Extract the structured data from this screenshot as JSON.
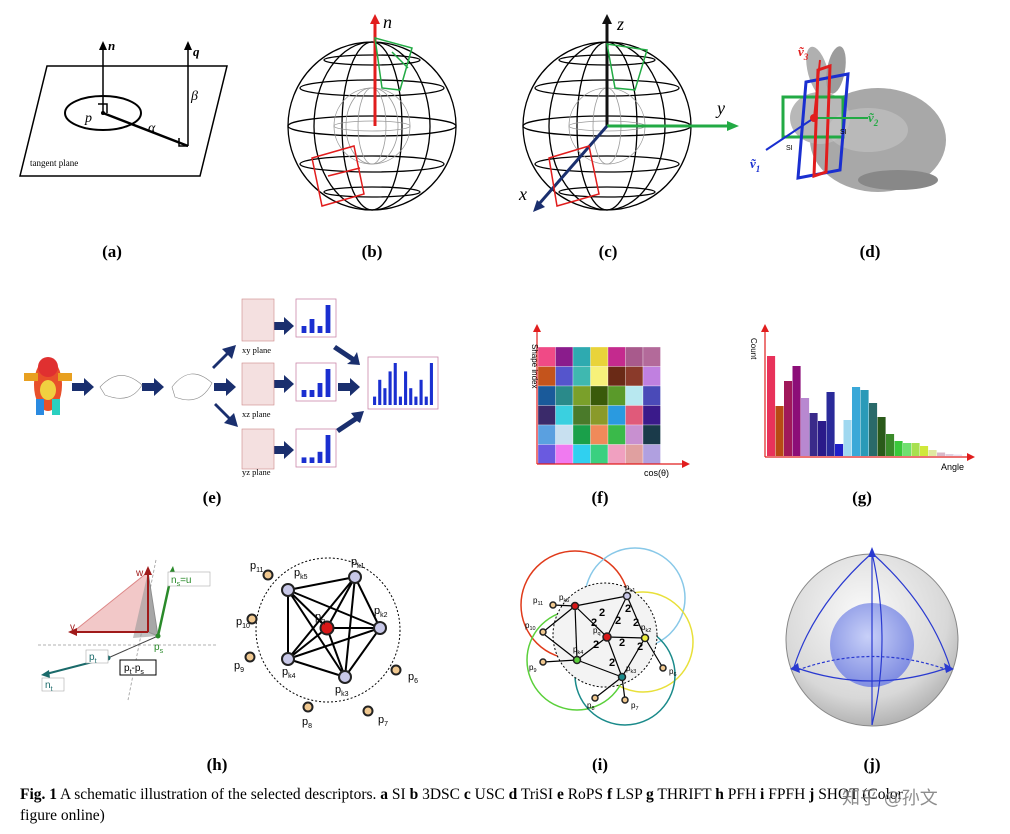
{
  "panels": {
    "a": {
      "label": "(a)",
      "n": "n",
      "q": "q",
      "p": "p",
      "alpha": "α",
      "beta": "β",
      "plane": "tangent plane"
    },
    "b": {
      "label": "(b)",
      "n": "n"
    },
    "c": {
      "label": "(c)",
      "z": "z",
      "y": "y",
      "x": "x"
    },
    "d": {
      "label": "(d)",
      "v1": "ṽ",
      "v1s": "1",
      "v2": "ṽ",
      "v2s": "2",
      "v3": "ṽ",
      "v3s": "3",
      "sl1": "SI",
      "sl2": "SI"
    },
    "e": {
      "label": "(e)",
      "xy": "xy plane",
      "xz": "xz plane",
      "yz": "yz plane"
    },
    "f": {
      "label": "(f)",
      "ylabel": "Shape index",
      "xlabel": "cos(θ)"
    },
    "g": {
      "label": "(g)",
      "ylabel": "Count",
      "xlabel": "Angle"
    },
    "h": {
      "label": "(h)",
      "w": "w",
      "v": "v",
      "ns": "n",
      "ns_sub": "s",
      "ns_eq": "=u",
      "nt": "n",
      "nt_sub": "t",
      "ps": "p",
      "ps_sub": "s",
      "pt": "p",
      "pt_sub": "t",
      "diff": "p",
      "diff_t": "t",
      "diff_mid": "-p",
      "diff_s": "s"
    },
    "pfh": {
      "nodes": [
        {
          "name": "p",
          "sub": "q"
        },
        {
          "name": "p",
          "sub": "k1"
        },
        {
          "name": "p",
          "sub": "k2"
        },
        {
          "name": "p",
          "sub": "k3"
        },
        {
          "name": "p",
          "sub": "k4"
        },
        {
          "name": "p",
          "sub": "k5"
        },
        {
          "name": "p",
          "sub": "11"
        },
        {
          "name": "p",
          "sub": "10"
        },
        {
          "name": "p",
          "sub": "9"
        },
        {
          "name": "p",
          "sub": "8"
        },
        {
          "name": "p",
          "sub": "7"
        },
        {
          "name": "p",
          "sub": "6"
        }
      ]
    },
    "i": {
      "label": "(i)",
      "two": "2"
    },
    "j": {
      "label": "(j)"
    }
  },
  "caption": {
    "fig": "Fig. 1",
    "intro": " A schematic illustration of the selected descriptors. ",
    "items": [
      {
        "k": "a",
        "v": " SI "
      },
      {
        "k": "b",
        "v": " 3DSC "
      },
      {
        "k": "c",
        "v": " USC "
      },
      {
        "k": "d",
        "v": " TriSI "
      },
      {
        "k": "e",
        "v": " RoPS "
      },
      {
        "k": "f",
        "v": " LSP "
      },
      {
        "k": "g",
        "v": " THRIFT "
      },
      {
        "k": "h",
        "v": " PFH "
      },
      {
        "k": "i",
        "v": " FPFH "
      },
      {
        "k": "j",
        "v": " SHOT (Color"
      }
    ],
    "tail": "figure online)"
  },
  "watermark": "知乎 @孙文",
  "colors": {
    "red": "#e11d1d",
    "green": "#22aa44",
    "blue": "#1a2fd0",
    "navy": "#1a2f6e"
  },
  "chart_data": [
    {
      "type": "heatmap",
      "xlabel": "cos(θ)",
      "ylabel": "Shape index",
      "rows": 6,
      "cols": 7,
      "cells": [
        [
          "#f04a86",
          "#8a1c8c",
          "#2eaab0",
          "#e9d33a",
          "#c42a8e",
          "#a85a8c",
          "#b36a9a"
        ],
        [
          "#c4541c",
          "#5555cc",
          "#3fb8b0",
          "#f7f17a",
          "#6a2a16",
          "#8a3a2a",
          "#c080e0"
        ],
        [
          "#1a5a9a",
          "#2a8a8a",
          "#7aa02a",
          "#3a5a0a",
          "#5a9a2a",
          "#b8e8f0",
          "#4a4ab8"
        ],
        [
          "#3a2a6a",
          "#3ad0e0",
          "#4a7a2a",
          "#8a9a2a",
          "#2a9ae0",
          "#e05a7a",
          "#3a1a8a"
        ],
        [
          "#5aa0e0",
          "#c8e0f0",
          "#1aa04a",
          "#f08a5a",
          "#3aba4a",
          "#c890d0",
          "#1a3a4a"
        ],
        [
          "#6a5ae0",
          "#f07af0",
          "#30d0f0",
          "#3ad080",
          "#f0a0c0",
          "#e0a0a0",
          "#b0a0e0"
        ]
      ]
    },
    {
      "type": "bar",
      "xlabel": "Angle",
      "ylabel": "Count",
      "values": [
        10,
        5,
        7.5,
        9,
        5.8,
        4.3,
        3.5,
        6.4,
        1.2,
        3.6,
        6.9,
        6.6,
        5.3,
        3.9,
        2.2,
        1.5,
        1.3,
        1.3,
        1.0,
        0.6,
        0.35,
        0.2,
        0.15
      ],
      "colors": [
        "#e8325a",
        "#b84a14",
        "#a0195a",
        "#8c0e78",
        "#b888d0",
        "#3a2a8a",
        "#2a1a8a",
        "#2a2a9a",
        "#2020c8",
        "#a0d8f0",
        "#3aa8d8",
        "#2a9ab8",
        "#2a6a6a",
        "#2a5a1a",
        "#3a8a2a",
        "#3ac83a",
        "#70e070",
        "#a8e050",
        "#d0e83a",
        "#e0e8a0",
        "#d8b8c8",
        "#e0d0e0",
        "#e8e0f0"
      ]
    },
    {
      "type": "bar",
      "series": [
        {
          "values": [
            1,
            2,
            1,
            4
          ]
        },
        {
          "values": [
            1,
            1,
            2,
            4
          ]
        },
        {
          "values": [
            1,
            1,
            2,
            5
          ]
        },
        {
          "values": [
            1,
            3,
            2,
            4,
            5,
            1,
            4,
            2,
            1,
            3,
            1,
            5
          ]
        }
      ]
    }
  ]
}
